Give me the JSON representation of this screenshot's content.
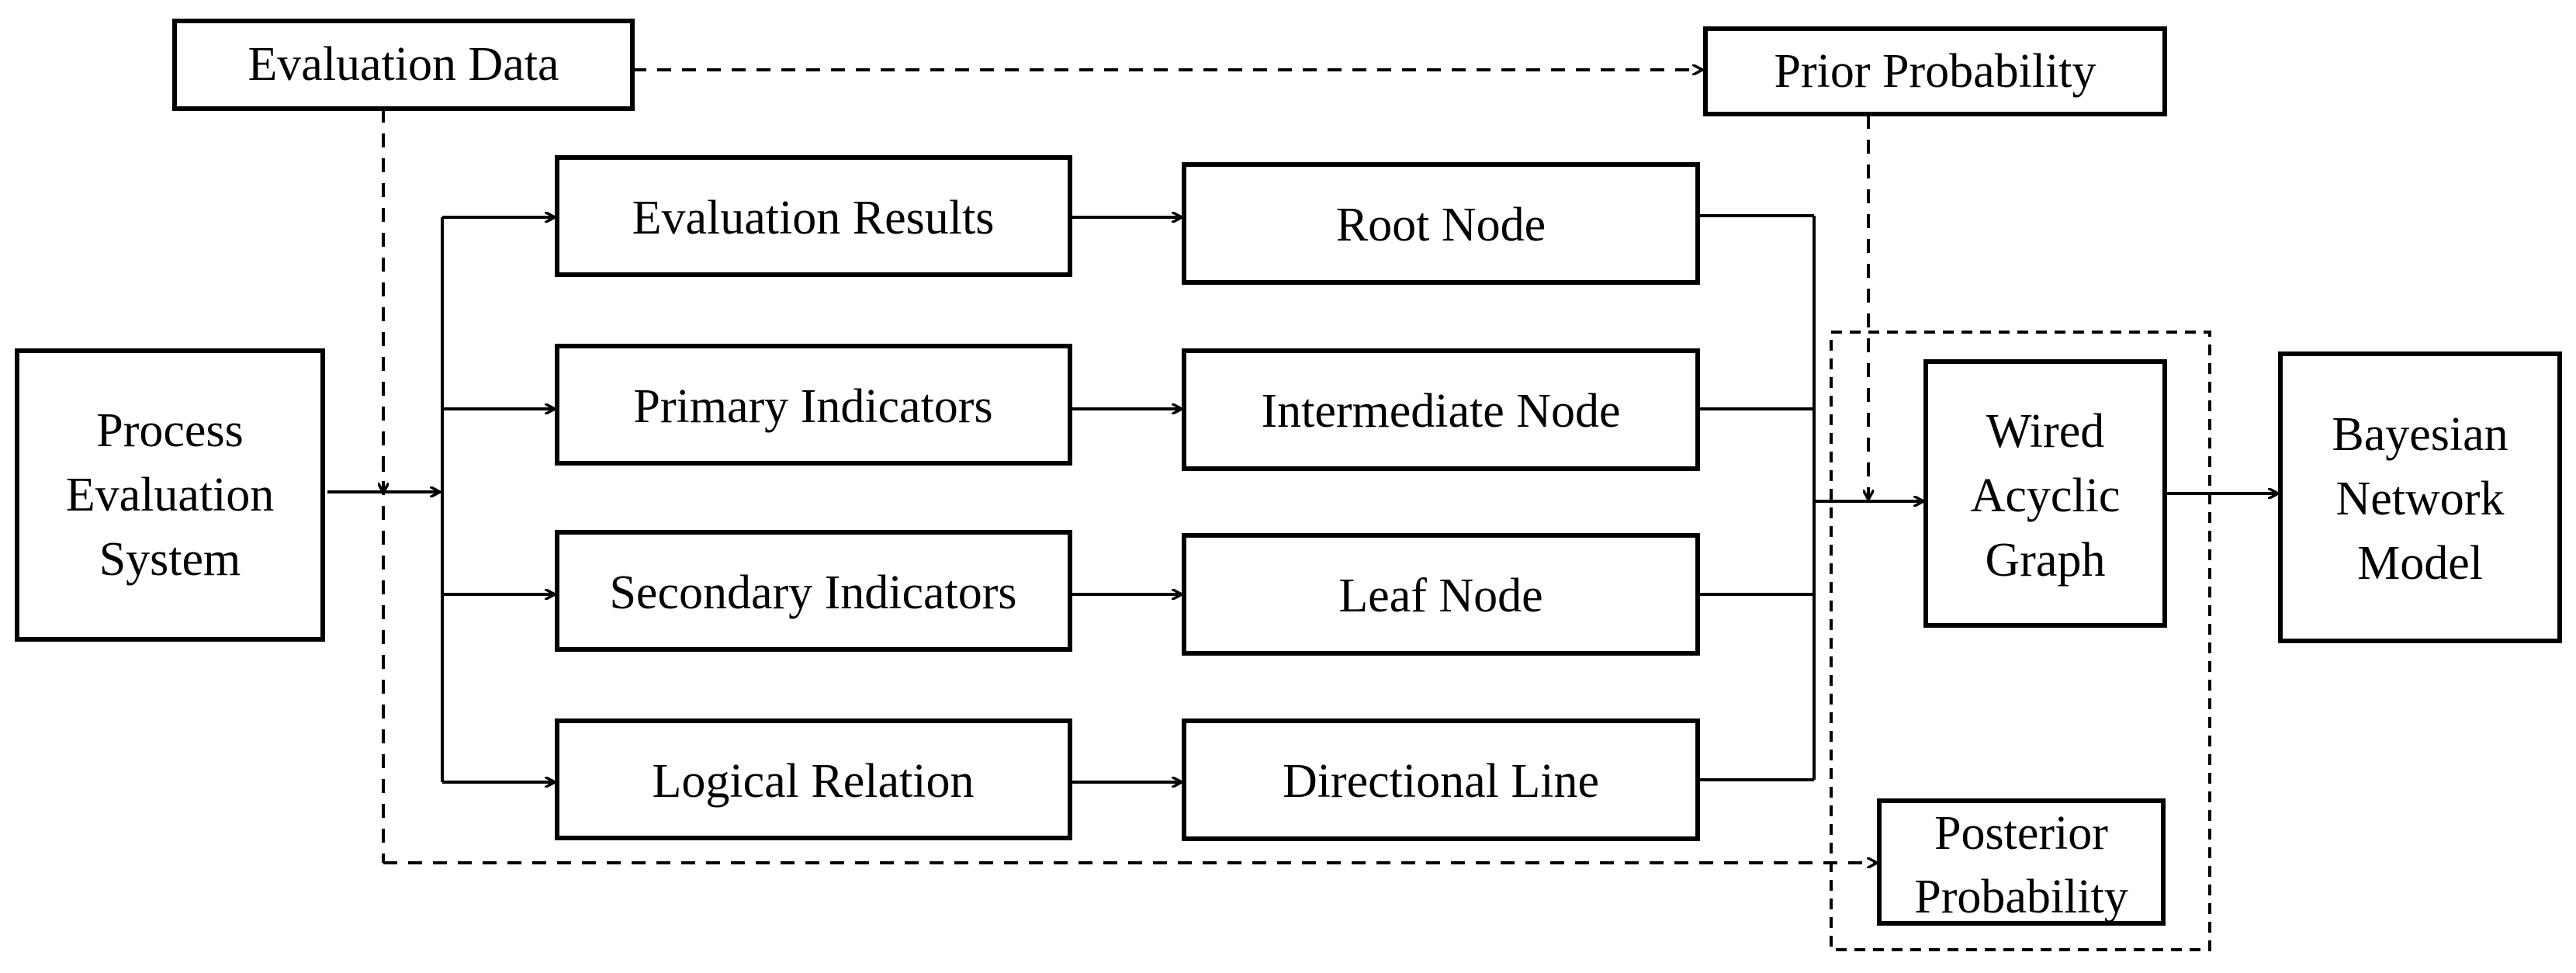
{
  "nodes": {
    "evaluation_data": "Evaluation Data",
    "prior_probability": "Prior Probability",
    "process_evaluation_system": [
      "Process",
      "Evaluation",
      "System"
    ],
    "evaluation_results": "Evaluation Results",
    "primary_indicators": "Primary Indicators",
    "secondary_indicators": "Secondary Indicators",
    "logical_relation": "Logical Relation",
    "root_node": "Root Node",
    "intermediate_node": "Intermediate Node",
    "leaf_node": "Leaf Node",
    "directional_line": "Directional Line",
    "wired_acyclic_graph": [
      "Wired",
      "Acyclic",
      "Graph"
    ],
    "bayesian_network_model": [
      "Bayesian",
      "Network",
      "Model"
    ],
    "posterior_probability": [
      "Posterior",
      "Probability"
    ]
  }
}
